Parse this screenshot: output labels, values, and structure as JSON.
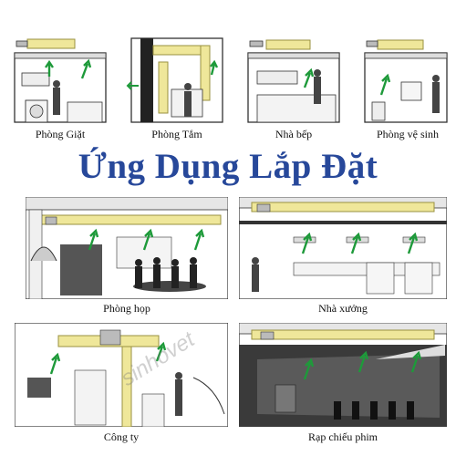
{
  "title": "Ứng Dụng Lắp Đặt",
  "colors": {
    "title": "#27489a",
    "duct": "#efe79a",
    "duct_edge": "#9a9240",
    "arrow": "#1e9a3a",
    "line": "#333333"
  },
  "panels": [
    {
      "id": "laundry",
      "caption": "Phòng Giặt"
    },
    {
      "id": "bathroom",
      "caption": "Phòng Tắm"
    },
    {
      "id": "kitchen",
      "caption": "Nhà bếp"
    },
    {
      "id": "toilet",
      "caption": "Phòng vệ sinh"
    },
    {
      "id": "meeting",
      "caption": "Phòng họp"
    },
    {
      "id": "factory",
      "caption": "Nhà xưởng"
    },
    {
      "id": "office",
      "caption": "Công ty"
    },
    {
      "id": "cinema",
      "caption": "Rạp chiếu phim"
    }
  ],
  "watermark": "sinhovet"
}
